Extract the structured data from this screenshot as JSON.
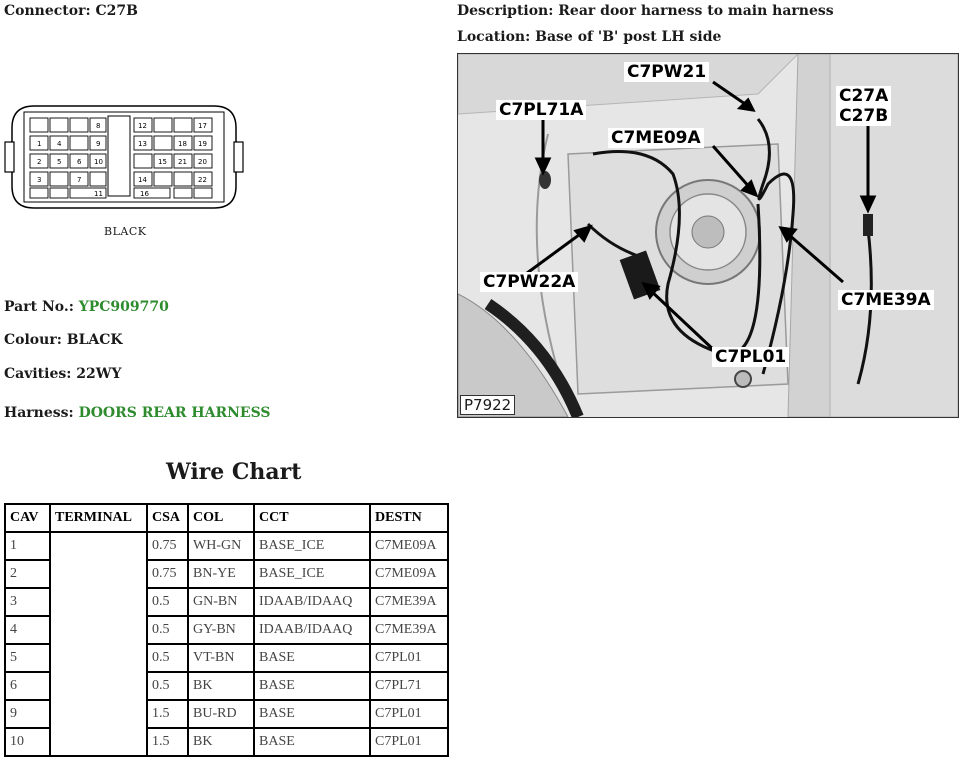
{
  "connector": {
    "label": "Connector:",
    "value": "C27B"
  },
  "description": {
    "label": "Description:",
    "value": "Rear door harness to main harness"
  },
  "location": {
    "label": "Location:",
    "value": "Base of 'B' post LH side"
  },
  "connector_diagram": {
    "caption": "BLACK",
    "cavity_numbers": [
      "8",
      "9",
      "10",
      "11",
      "12",
      "13",
      "14",
      "15",
      "16",
      "17",
      "18",
      "19",
      "20",
      "21",
      "22",
      "1",
      "2",
      "3",
      "4",
      "5",
      "6",
      "7"
    ]
  },
  "part_no": {
    "label": "Part No.:",
    "value": "YPC909770"
  },
  "colour": {
    "label": "Colour:",
    "value": "BLACK"
  },
  "cavities": {
    "label": "Cavities:",
    "value": "22WY"
  },
  "harness": {
    "label": "Harness:",
    "value": "DOORS REAR HARNESS"
  },
  "wire_chart": {
    "title": "Wire Chart",
    "headers": [
      "CAV",
      "TERMINAL",
      "CSA",
      "COL",
      "CCT",
      "DESTN"
    ],
    "rows": [
      {
        "cav": "1",
        "terminal": "",
        "csa": "0.75",
        "col": "WH-GN",
        "cct": "BASE_ICE",
        "destn": "C7ME09A"
      },
      {
        "cav": "2",
        "terminal": "",
        "csa": "0.75",
        "col": "BN-YE",
        "cct": "BASE_ICE",
        "destn": "C7ME09A"
      },
      {
        "cav": "3",
        "terminal": "",
        "csa": "0.5",
        "col": "GN-BN",
        "cct": "IDAAB/IDAAQ",
        "destn": "C7ME39A"
      },
      {
        "cav": "4",
        "terminal": "",
        "csa": "0.5",
        "col": "GY-BN",
        "cct": "IDAAB/IDAAQ",
        "destn": "C7ME39A"
      },
      {
        "cav": "5",
        "terminal": "",
        "csa": "0.5",
        "col": "VT-BN",
        "cct": "BASE",
        "destn": "C7PL01"
      },
      {
        "cav": "6",
        "terminal": "",
        "csa": "0.5",
        "col": "BK",
        "cct": "BASE",
        "destn": "C7PL71"
      },
      {
        "cav": "9",
        "terminal": "",
        "csa": "1.5",
        "col": "BU-RD",
        "cct": "BASE",
        "destn": "C7PL01"
      },
      {
        "cav": "10",
        "terminal": "",
        "csa": "1.5",
        "col": "BK",
        "cct": "BASE",
        "destn": "C7PL01"
      }
    ]
  },
  "photo": {
    "id": "P7922",
    "callouts": {
      "c7pw21": "C7PW21",
      "c7pl71a": "C7PL71A",
      "c7me09a": "C7ME09A",
      "c27a": "C27A",
      "c27b": "C27B",
      "c7pw22a": "C7PW22A",
      "c7me39a": "C7ME39A",
      "c7pl01": "C7PL01"
    }
  },
  "colors": {
    "accent_green": "#2e8b2e",
    "text": "#1a1a1a"
  }
}
